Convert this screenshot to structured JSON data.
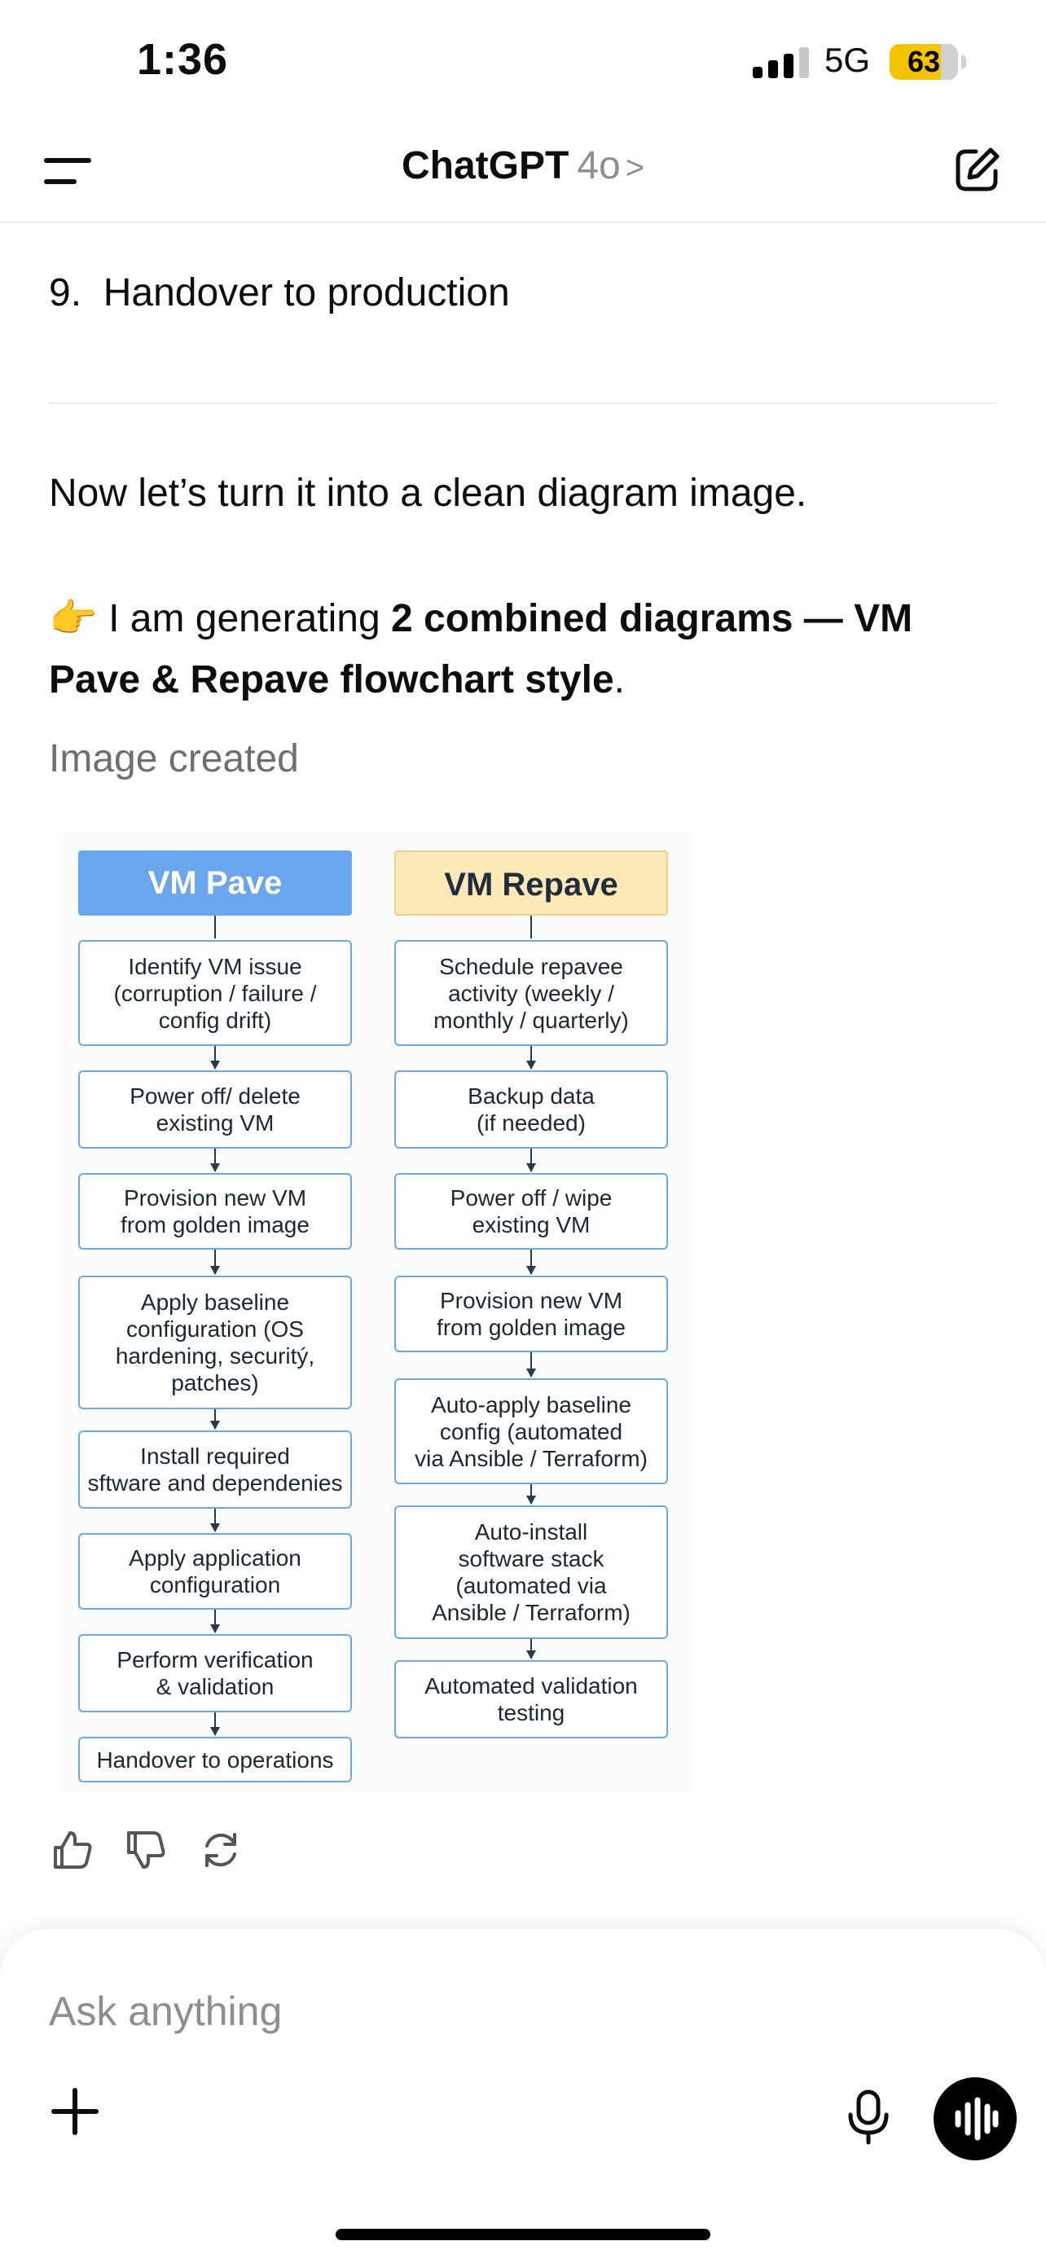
{
  "status_bar": {
    "time": "1:36",
    "network": "5G",
    "battery": "63"
  },
  "header": {
    "title": "ChatGPT",
    "model": "4o",
    "chevron": ">"
  },
  "messages": {
    "list_item_number": "9.",
    "list_item_text": "Handover to production",
    "para1": "Now let’s turn it into a clean diagram image.",
    "para2_emoji": "👉",
    "para2_prefix": " I am generating ",
    "para2_bold": "2 combined diagrams — VM Pave & Repave flowchart style",
    "para2_suffix": ".",
    "image_created": "Image created"
  },
  "diagram": {
    "pave": {
      "title": "VM Pave",
      "steps": [
        "Identify VM issue\n(corruption / failure /\nconfig drift)",
        "Power off/ delete\nexisting VM",
        "Provision new VM\nfrom golden image",
        "Apply baseline\nconfiguration (OS\nhardening, securitý,\npatches)",
        "Install required\nsftware and dependenies",
        "Apply application\nconfiguration",
        "Perform verification\n& validation",
        "Handover to operations"
      ]
    },
    "repave": {
      "title": "VM Repave",
      "steps": [
        "Schedule repavee\nactivity (weekly /\nmonthly / quarterly)",
        "Backup data\n(if needed)",
        "Power off / wipe\nexisting VM",
        "Provision new VM\nfrom golden image",
        "Auto-apply baseline\nconfig (automated\nvia Ansible / Terraform)",
        "Auto-install\nsoftware stack\n(automated via\nAnsible / Terraform)",
        "Automated validation\ntesting"
      ]
    },
    "colors": {
      "pave_header": "#6aa6ee",
      "repave_header": "#fde8b8",
      "node_border": "#6fa7e6"
    }
  },
  "actions": {
    "icons": [
      "thumbs-up-icon",
      "thumbs-down-icon",
      "regenerate-icon"
    ]
  },
  "composer": {
    "placeholder": "Ask anything"
  }
}
